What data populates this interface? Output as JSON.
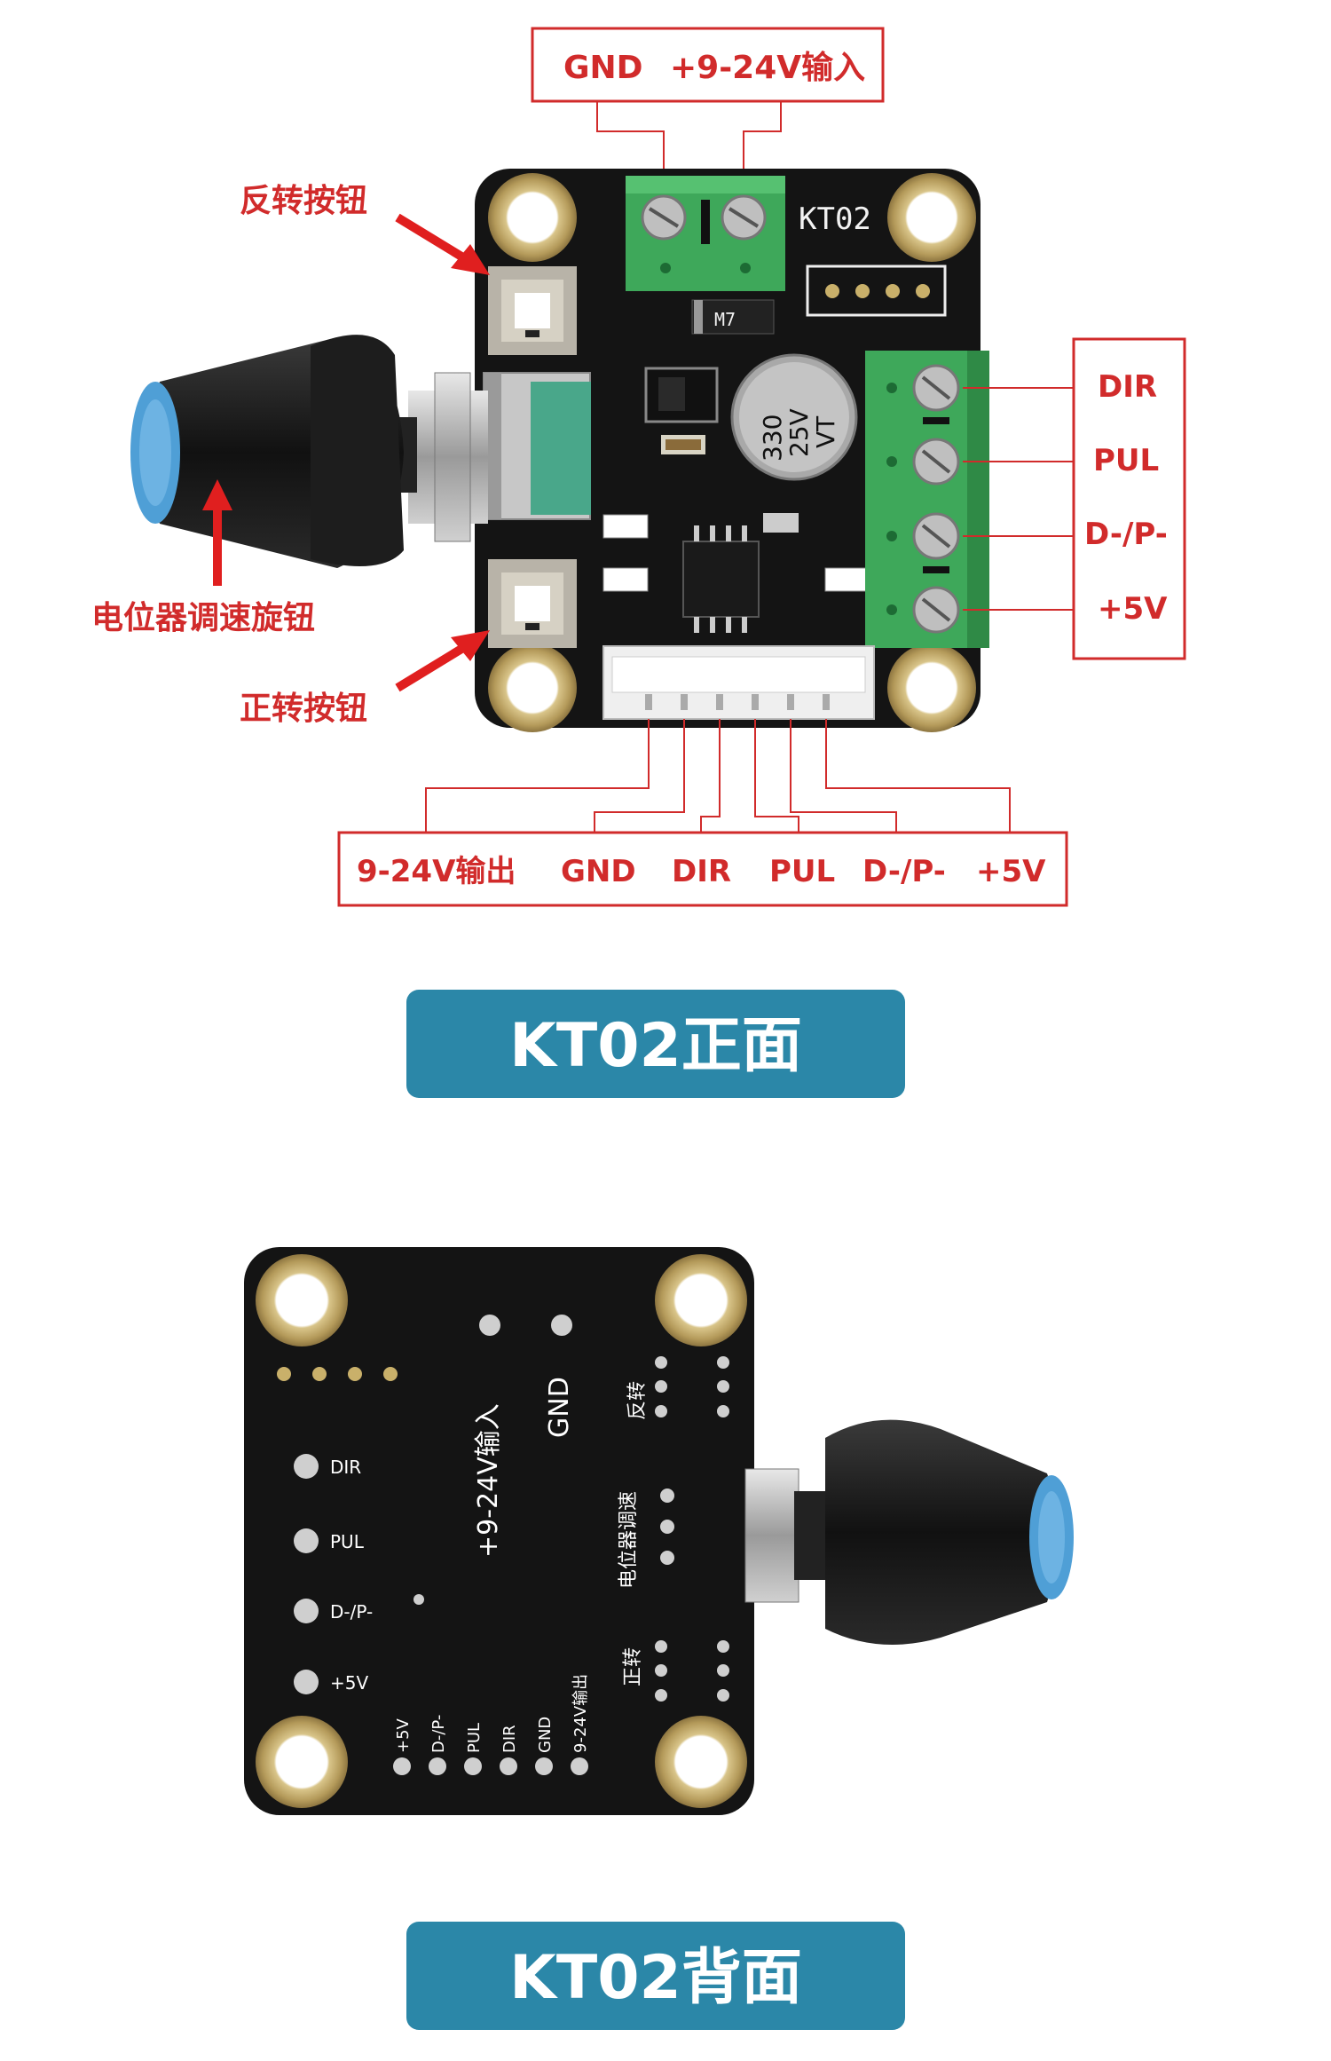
{
  "front": {
    "input_box": {
      "gnd": "GND",
      "vin": "+9-24V输入"
    },
    "callouts": {
      "reverse_button": "反转按钮",
      "potentiometer": "电位器调速旋钮",
      "forward_button": "正转按钮"
    },
    "right_box": [
      "DIR",
      "PUL",
      "D-/P-",
      "+5V"
    ],
    "bottom_box": [
      "9-24V输出",
      "GND",
      "DIR",
      "PUL",
      "D-/P-",
      "+5V"
    ],
    "board": {
      "model": "KT02",
      "capacitor": [
        "330",
        "25V",
        "VT"
      ],
      "diode_marking": "M7"
    },
    "banner": "KT02正面"
  },
  "back": {
    "silk": {
      "vin": "+9-24V输入",
      "gnd": "GND",
      "reverse": "反转",
      "pot": "电位器调速",
      "forward": "正转",
      "left_pins": [
        "DIR",
        "PUL",
        "D-/P-",
        "+5V"
      ],
      "bottom_pins": [
        "+5V",
        "D-/P-",
        "PUL",
        "DIR",
        "GND",
        "9-24V输出"
      ]
    },
    "banner": "KT02背面"
  },
  "colors": {
    "label_red": "#d12b2b",
    "banner_blue": "#2b87a8",
    "pcb_black": "#141414",
    "terminal_green": "#3ea85a",
    "knob_blue": "#4f9fd6"
  }
}
